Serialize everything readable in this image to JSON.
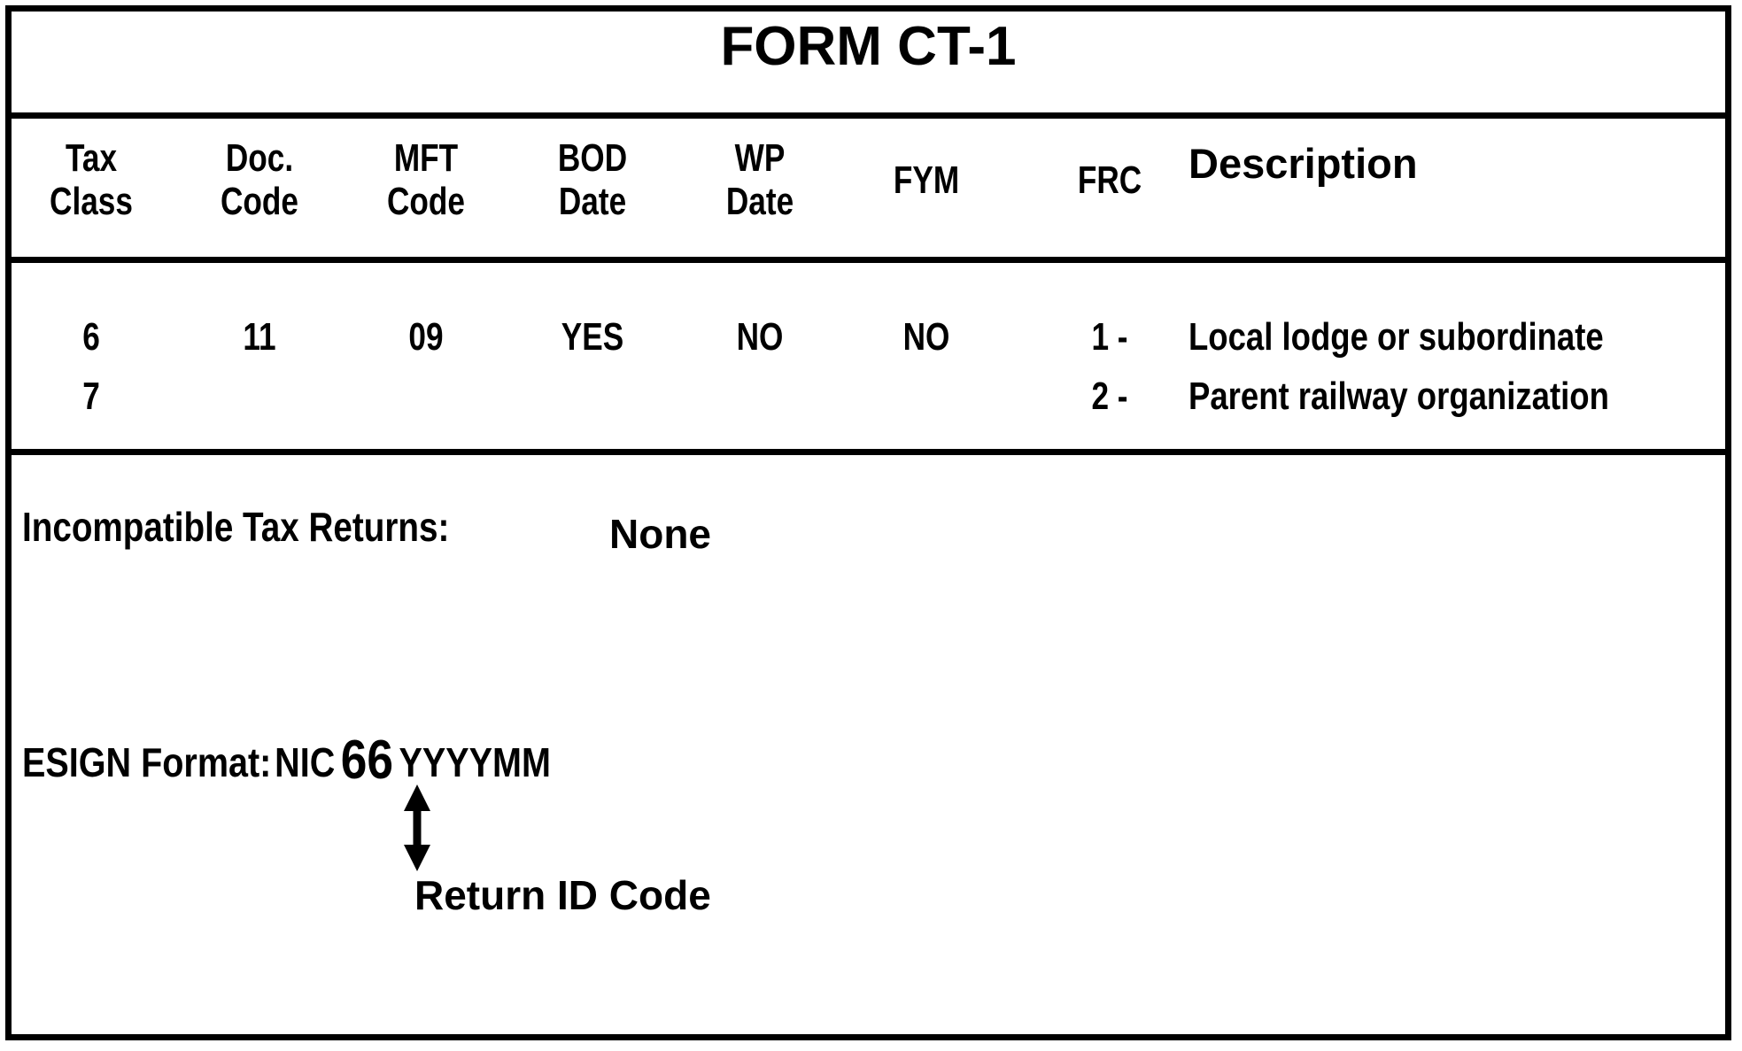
{
  "title": "FORM CT-1",
  "table": {
    "headers": [
      {
        "key": "tax_class",
        "line1": "Tax",
        "line2": "Class"
      },
      {
        "key": "doc_code",
        "line1": "Doc.",
        "line2": "Code"
      },
      {
        "key": "mft_code",
        "line1": "MFT",
        "line2": "Code"
      },
      {
        "key": "bod_date",
        "line1": "BOD",
        "line2": "Date"
      },
      {
        "key": "wp_date",
        "line1": "WP",
        "line2": "Date"
      },
      {
        "key": "fym",
        "line1": "FYM",
        "line2": ""
      },
      {
        "key": "frc",
        "line1": "FRC",
        "line2": ""
      },
      {
        "key": "description",
        "line1": "Description",
        "line2": ""
      }
    ],
    "rows": [
      {
        "tax_class": "6",
        "doc_code": "11",
        "mft_code": "09",
        "bod_date": "YES",
        "wp_date": "NO",
        "fym": "NO",
        "frc": "1 -",
        "description": "Local lodge or subordinate"
      },
      {
        "tax_class": "7",
        "doc_code": "",
        "mft_code": "",
        "bod_date": "",
        "wp_date": "",
        "fym": "",
        "frc": "2 -",
        "description": "Parent railway organization"
      }
    ]
  },
  "incompatible": {
    "label": "Incompatible Tax Returns:",
    "value": "None"
  },
  "esign": {
    "label": "ESIGN Format:",
    "prefix": "NIC",
    "code": "66",
    "suffix": "YYYYMM",
    "callout": "Return ID Code",
    "arrow_icon": "double-headed-vertical-arrow-icon"
  },
  "colors": {
    "ink": "#000000",
    "paper": "#ffffff"
  }
}
